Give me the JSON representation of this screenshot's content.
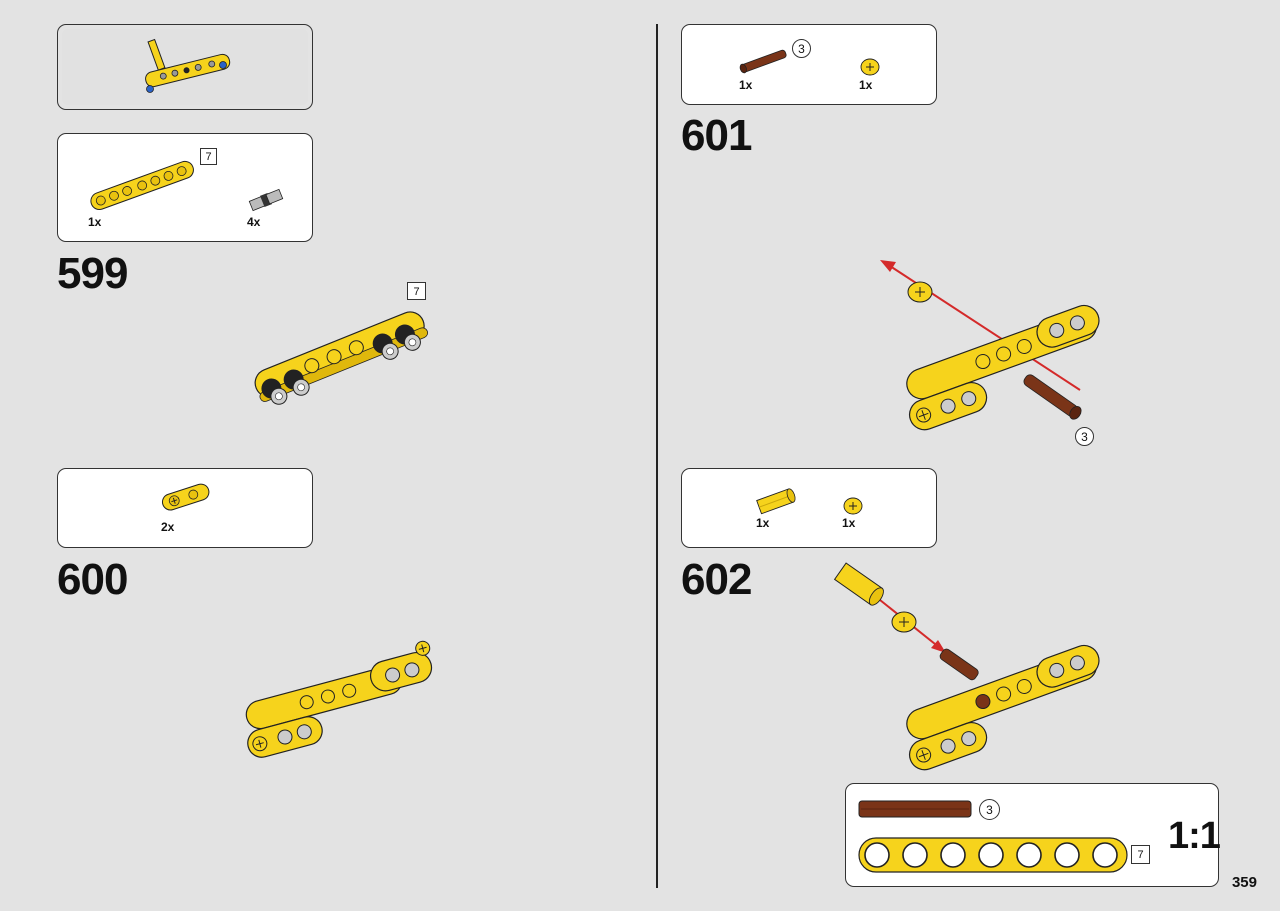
{
  "page_number": "359",
  "scale_label": "1:1",
  "steps": {
    "s599": {
      "number": "599",
      "parts": [
        {
          "qty": "1x",
          "part": "yellow-beam-7",
          "length": "7"
        },
        {
          "qty": "4x",
          "part": "grey-connector-pin"
        }
      ],
      "callout_length": "7"
    },
    "s600": {
      "number": "600",
      "parts": [
        {
          "qty": "2x",
          "part": "yellow-cross-block"
        }
      ]
    },
    "s601": {
      "number": "601",
      "parts": [
        {
          "qty": "1x",
          "part": "brown-axle-3",
          "length": "3"
        },
        {
          "qty": "1x",
          "part": "yellow-bushing"
        }
      ],
      "callout_length": "3"
    },
    "s602": {
      "number": "602",
      "parts": [
        {
          "qty": "1x",
          "part": "yellow-axle-connector"
        },
        {
          "qty": "1x",
          "part": "yellow-bushing"
        }
      ]
    }
  },
  "ruler": {
    "axle_length": "3",
    "beam_length": "7"
  },
  "colors": {
    "yellow": "#f6d31c",
    "brown": "#7a3418",
    "arrow": "#d42a2a",
    "grey": "#bbbbbb",
    "black": "#222222"
  }
}
